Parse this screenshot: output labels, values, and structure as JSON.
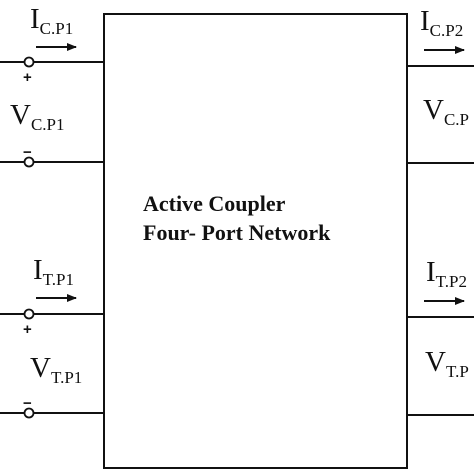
{
  "block": {
    "title_line1": "Active Coupler",
    "title_line2": "Four- Port Network"
  },
  "ports": {
    "cp1": {
      "current_main": "I",
      "current_sub": "C.P1",
      "voltage_main": "V",
      "voltage_sub": "C.P1"
    },
    "cp2": {
      "current_main": "I",
      "current_sub": "C.P2",
      "voltage_main": "V",
      "voltage_sub": "C.P"
    },
    "tp1": {
      "current_main": "I",
      "current_sub": "T.P1",
      "voltage_main": "V",
      "voltage_sub": "T.P1"
    },
    "tp2": {
      "current_main": "I",
      "current_sub": "T.P2",
      "voltage_main": "V",
      "voltage_sub": "T.P"
    }
  },
  "polarity": {
    "plus": "+",
    "minus": "−"
  }
}
